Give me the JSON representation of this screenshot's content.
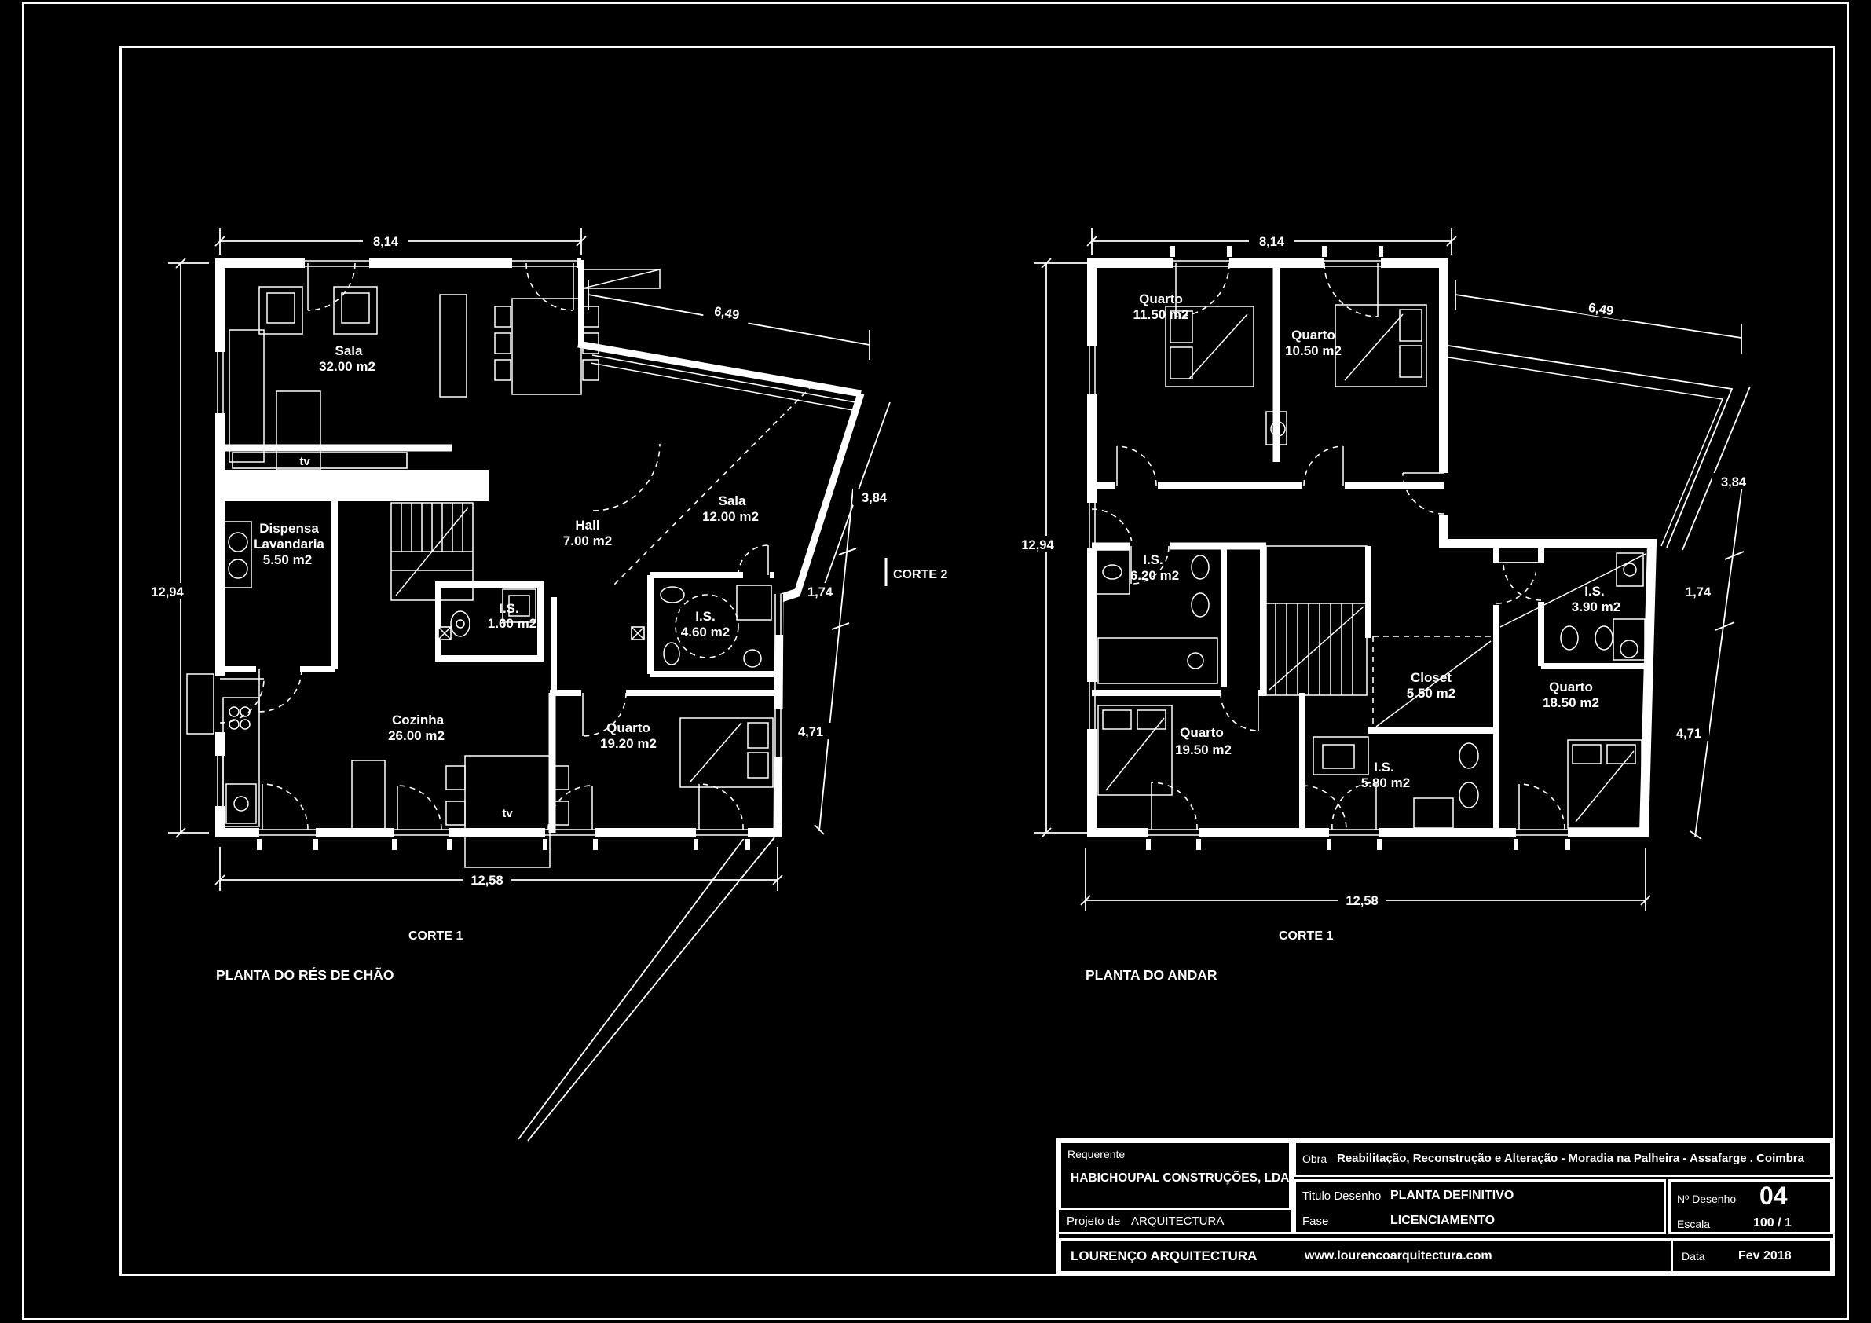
{
  "plans": {
    "ground": {
      "title": "PLANTA DO RÉS DE CHÃO",
      "corte1": "CORTE 1",
      "corte2": "CORTE 2",
      "tv": "tv",
      "dims": {
        "w_top": "8,14",
        "w_left": "12,94",
        "w_bottom": "12,58",
        "annex": "6,49",
        "d1": "3,84",
        "d2": "1,74",
        "d3": "4,71"
      },
      "rooms": {
        "sala": {
          "name": "Sala",
          "area": "32.00 m2"
        },
        "anexo": {
          "name": "Sala",
          "area": "12.00 m2"
        },
        "hall": {
          "name": "Hall",
          "area": "7.00 m2"
        },
        "dispensa": {
          "l1": "Dispensa",
          "l2": "Lavandaria",
          "area": "5.50 m2"
        },
        "is1": {
          "name": "I.S.",
          "area": "1.60 m2"
        },
        "is2": {
          "name": "I.S.",
          "area": "4.60 m2"
        },
        "cozinha": {
          "name": "Cozinha",
          "area": "26.00 m2"
        },
        "quarto": {
          "name": "Quarto",
          "area": "19.20 m2"
        }
      }
    },
    "upper": {
      "title": "PLANTA DO ANDAR",
      "corte1": "CORTE 1",
      "dims": {
        "w_top": "8,14",
        "w_left": "12,94",
        "w_bottom": "12,58",
        "annex": "6,49",
        "d1": "3,84",
        "d2": "1,74",
        "d3": "4,71"
      },
      "rooms": {
        "q1": {
          "name": "Quarto",
          "area": "11.50 m2"
        },
        "q2": {
          "name": "Quarto",
          "area": "10.50 m2"
        },
        "is620": {
          "name": "I.S.",
          "area": "6.20 m2"
        },
        "is390": {
          "name": "I.S.",
          "area": "3.90 m2"
        },
        "closet": {
          "name": "Closet",
          "area": "5.50 m2"
        },
        "q1850": {
          "name": "Quarto",
          "area": "18.50 m2"
        },
        "q1950": {
          "name": "Quarto",
          "area": "19.50 m2"
        },
        "is580": {
          "name": "I.S.",
          "area": "5.80 m2"
        }
      }
    }
  },
  "title_block": {
    "requerente_label": "Requerente",
    "requerente": "HABICHOUPAL CONSTRUÇÕES, LDA.",
    "projeto_label": "Projeto de",
    "projeto": "ARQUITECTURA",
    "obra_label": "Obra",
    "obra": "Reabilitação, Reconstrução e Alteração - Moradia na Palheira - Assafarge . Coimbra",
    "titulo_label": "Titulo Desenho",
    "titulo": "PLANTA DEFINITIVO",
    "fase_label": "Fase",
    "fase": "LICENCIAMENTO",
    "num_label": "Nº Desenho",
    "num": "04",
    "escala_label": "Escala",
    "escala": "100 / 1",
    "empresa": "LOURENÇO ARQUITECTURA",
    "site": "www.lourencoarquitectura.com",
    "data_label": "Data",
    "data": "Fev 2018"
  }
}
